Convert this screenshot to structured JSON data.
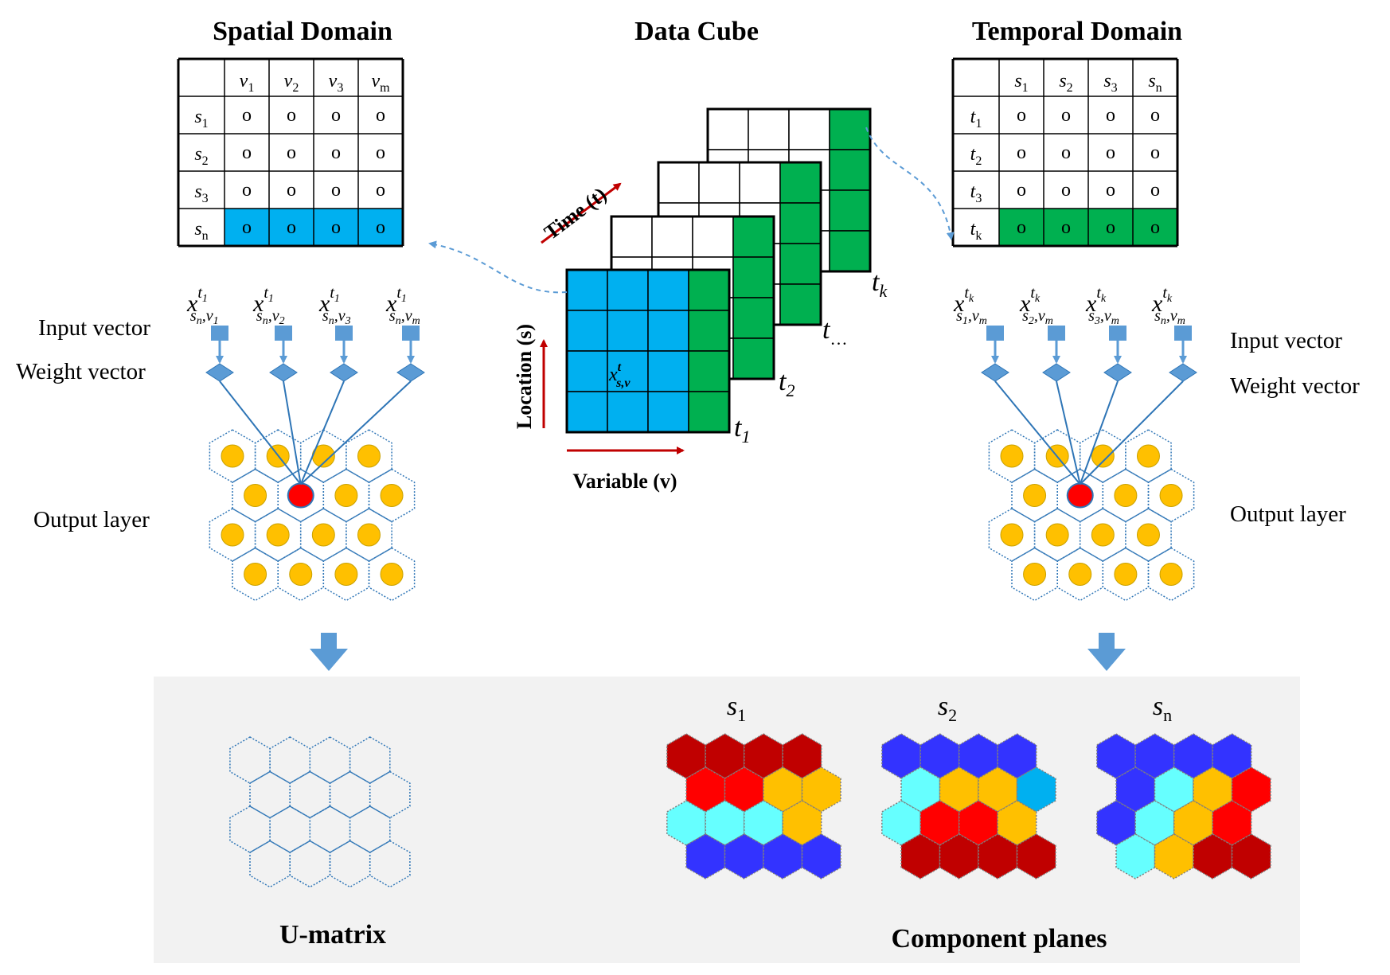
{
  "titles": {
    "spatial": "Spatial Domain",
    "cube": "Data Cube",
    "temporal": "Temporal Domain"
  },
  "spatial_table": {
    "col_base": [
      "v",
      "v",
      "v",
      "v"
    ],
    "col_sub": [
      "1",
      "2",
      "3",
      "m"
    ],
    "row_base": [
      "s",
      "s",
      "s",
      "s"
    ],
    "row_sub": [
      "1",
      "2",
      "3",
      "n"
    ],
    "cell": "o",
    "highlight_row": 3,
    "highlight_color": "#00B0F0"
  },
  "temporal_table": {
    "col_base": [
      "s",
      "s",
      "s",
      "s"
    ],
    "col_sub": [
      "1",
      "2",
      "3",
      "n"
    ],
    "row_base": [
      "t",
      "t",
      "t",
      "t"
    ],
    "row_sub": [
      "1",
      "2",
      "3",
      "k"
    ],
    "cell": "o",
    "highlight_row": 3,
    "highlight_color": "#00B050"
  },
  "cube": {
    "time_axis": "Time (t)",
    "location_axis": "Location (s)",
    "variable_axis": "Variable (v)",
    "cell_symbol": "x",
    "cell_sup": "t",
    "cell_sub": "s,v",
    "layer_labels": [
      {
        "base": "t",
        "sub": "1"
      },
      {
        "base": "t",
        "sub": "2"
      },
      {
        "base": "t",
        "sub": "…"
      },
      {
        "base": "t",
        "sub": "k"
      }
    ],
    "front_color": "#00B0F0",
    "column_color": "#00B050"
  },
  "left_som": {
    "input_label": "Input vector",
    "weight_label": "Weight vector",
    "output_label": "Output layer",
    "inputs": [
      {
        "base": "x",
        "sup": "t",
        "supsub": "1",
        "sub": "s",
        "subsub": "n",
        "subrest": ",v",
        "subrestsub": "1"
      },
      {
        "base": "x",
        "sup": "t",
        "supsub": "1",
        "sub": "s",
        "subsub": "n",
        "subrest": ",v",
        "subrestsub": "2"
      },
      {
        "base": "x",
        "sup": "t",
        "supsub": "1",
        "sub": "s",
        "subsub": "n",
        "subrest": ",v",
        "subrestsub": "3"
      },
      {
        "base": "x",
        "sup": "t",
        "supsub": "1",
        "sub": "s",
        "subsub": "n",
        "subrest": ",v",
        "subrestsub": "m"
      }
    ]
  },
  "right_som": {
    "input_label": "Input vector",
    "weight_label": "Weight vector",
    "output_label": "Output layer",
    "inputs": [
      {
        "base": "x",
        "sup": "t",
        "supsub": "k",
        "sub": "s",
        "subsub": "1",
        "subrest": ",v",
        "subrestsub": "m"
      },
      {
        "base": "x",
        "sup": "t",
        "supsub": "k",
        "sub": "s",
        "subsub": "2",
        "subrest": ",v",
        "subrestsub": "m"
      },
      {
        "base": "x",
        "sup": "t",
        "supsub": "k",
        "sub": "s",
        "subsub": "3",
        "subrest": ",v",
        "subrestsub": "m"
      },
      {
        "base": "x",
        "sup": "t",
        "supsub": "k",
        "sub": "s",
        "subsub": "n",
        "subrest": ",v",
        "subrestsub": "m"
      }
    ]
  },
  "colors": {
    "node": "#FFC000",
    "bmu": "#FF0000",
    "connector": "#5B9BD5",
    "arrow_red": "#C00000",
    "bottom_panel": "#F2F2F2"
  },
  "bottom": {
    "umatrix_label": "U-matrix",
    "component_label": "Component planes",
    "planes": [
      {
        "label_base": "s",
        "label_sub": "1",
        "rows": [
          [
            "#C00000",
            "#C00000",
            "#C00000",
            "#C00000"
          ],
          [
            "#FF0000",
            "#FF0000",
            "#FFC000",
            "#FFC000"
          ],
          [
            "#66FFFF",
            "#66FFFF",
            "#66FFFF",
            "#FFC000"
          ],
          [
            "#3333FF",
            "#3333FF",
            "#3333FF",
            "#3333FF"
          ]
        ]
      },
      {
        "label_base": "s",
        "label_sub": "2",
        "rows": [
          [
            "#3333FF",
            "#3333FF",
            "#3333FF",
            "#3333FF"
          ],
          [
            "#66FFFF",
            "#FFC000",
            "#FFC000",
            "#00B0F0"
          ],
          [
            "#66FFFF",
            "#FF0000",
            "#FF0000",
            "#FFC000"
          ],
          [
            "#C00000",
            "#C00000",
            "#C00000",
            "#C00000"
          ]
        ]
      },
      {
        "label_base": "s",
        "label_sub": "n",
        "rows": [
          [
            "#3333FF",
            "#3333FF",
            "#3333FF",
            "#3333FF"
          ],
          [
            "#3333FF",
            "#66FFFF",
            "#FFC000",
            "#FF0000"
          ],
          [
            "#3333FF",
            "#66FFFF",
            "#FFC000",
            "#FF0000"
          ],
          [
            "#66FFFF",
            "#FFC000",
            "#C00000",
            "#C00000"
          ]
        ]
      }
    ]
  }
}
